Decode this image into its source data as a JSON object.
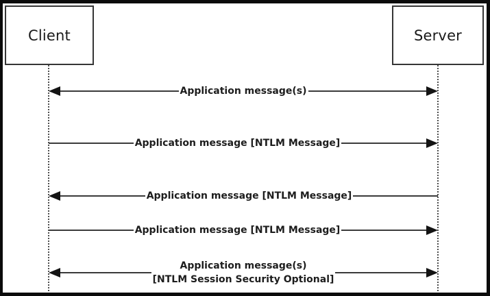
{
  "diagram": {
    "title_hint": "NTLM over application protocol message flow",
    "actors": [
      {
        "name": "Client"
      },
      {
        "name": "Server"
      }
    ],
    "messages": [
      {
        "label": "Application message(s)",
        "direction": "both"
      },
      {
        "label": "Application message [NTLM Message]",
        "direction": "right"
      },
      {
        "label": "Application message [NTLM Message]",
        "direction": "left"
      },
      {
        "label": "Application message [NTLM Message]",
        "direction": "right"
      },
      {
        "label": "Application message(s)",
        "sublabel": "[NTLM Session Security Optional]",
        "direction": "both"
      }
    ],
    "colors": {
      "frame": "#0b0b0b",
      "canvas": "#ffffff",
      "line": "#3a3a3a",
      "arrowhead": "#141414",
      "text": "#1d1d1d"
    }
  }
}
